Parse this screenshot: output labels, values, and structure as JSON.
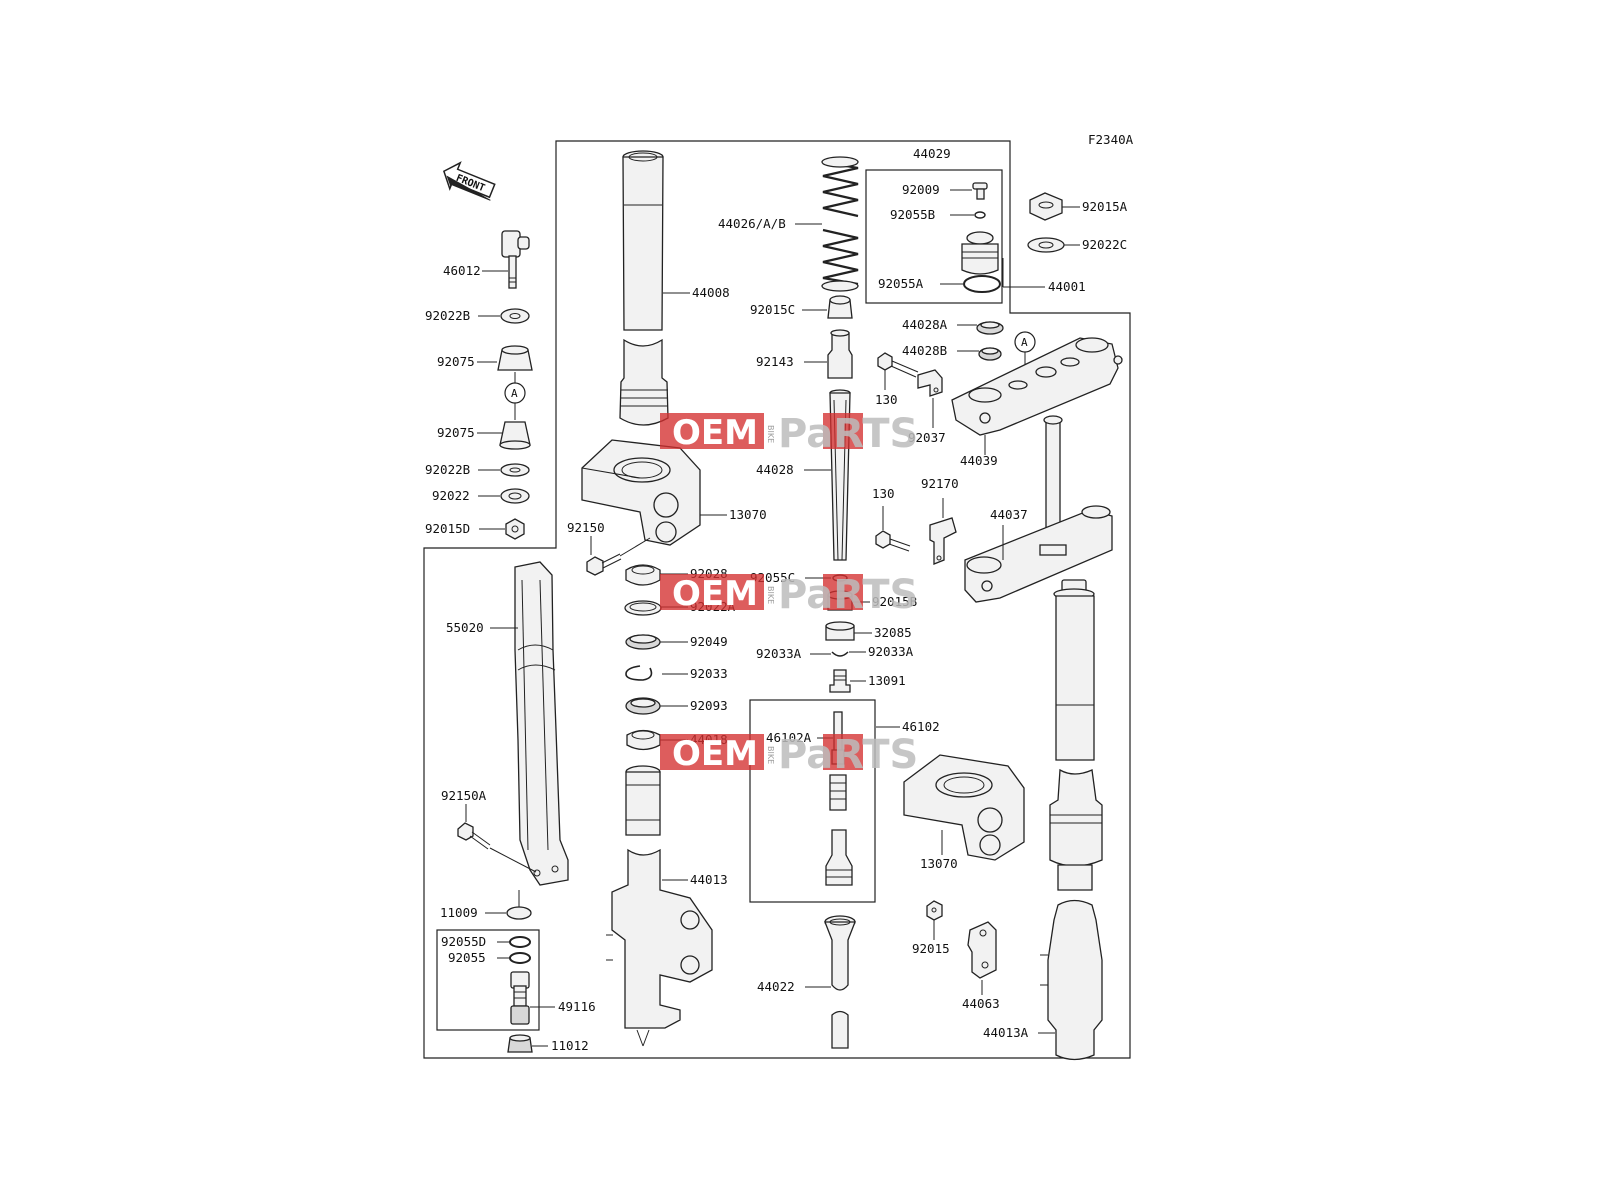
{
  "figure_code": "F2340A",
  "front_label": "FRONT",
  "ref_marker": "A",
  "watermark": {
    "brand_a": "OEM",
    "brand_b": "BIKE",
    "brand_c": "PaRTS"
  },
  "labels": {
    "p46012": "46012",
    "p92022B_1": "92022B",
    "p92075_1": "92075",
    "p92075_2": "92075",
    "p92022B_2": "92022B",
    "p92022": "92022",
    "p92015D": "92015D",
    "p55020": "55020",
    "p92150A": "92150A",
    "p11009": "11009",
    "p92055D": "92055D",
    "p92055": "92055",
    "p49116": "49116",
    "p11012": "11012",
    "p44008": "44008",
    "p13070_1": "13070",
    "p92150": "92150",
    "p92028": "92028",
    "p92022A": "92022A",
    "p92049": "92049",
    "p92033": "92033",
    "p92093": "92093",
    "p44018": "44018",
    "p44013": "44013",
    "p44026": "44026/A/B",
    "p92015C": "92015C",
    "p92143": "92143",
    "p44028": "44028",
    "p92055C": "92055C",
    "p92015B": "92015B",
    "p32085": "32085",
    "p92033A_1": "92033A",
    "p92033A_2": "92033A",
    "p13091": "13091",
    "p46102": "46102",
    "p46102A": "46102A",
    "p44022": "44022",
    "p44029": "44029",
    "p92009": "92009",
    "p92055B": "92055B",
    "p92055A": "92055A",
    "p44001": "44001",
    "p92015A": "92015A",
    "p92022C": "92022C",
    "p44028A": "44028A",
    "p44028B": "44028B",
    "p130_1": "130",
    "p92037": "92037",
    "p44039": "44039",
    "p92170": "92170",
    "p130_2": "130",
    "p44037": "44037",
    "p13070_2": "13070",
    "p92015": "92015",
    "p44063": "44063",
    "p44013A": "44013A"
  }
}
